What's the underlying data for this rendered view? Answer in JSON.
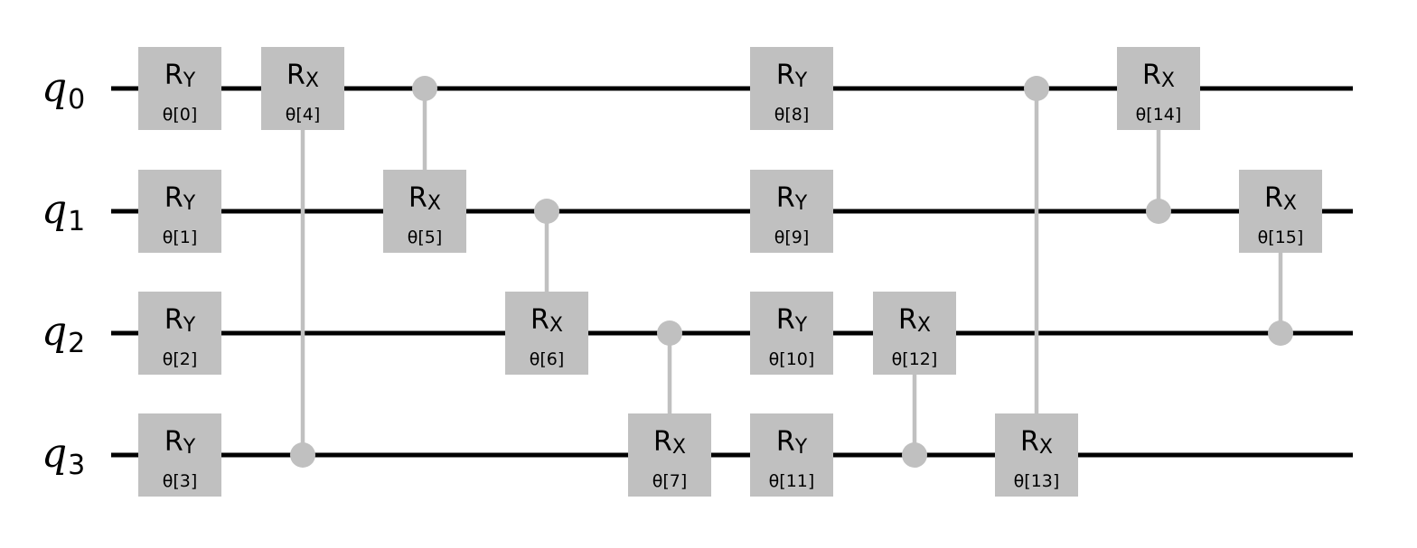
{
  "qubits": [
    {
      "name": "q",
      "index": "0"
    },
    {
      "name": "q",
      "index": "1"
    },
    {
      "name": "q",
      "index": "2"
    },
    {
      "name": "q",
      "index": "3"
    }
  ],
  "gates": [
    {
      "label": "R",
      "axis": "Y",
      "param": "θ[0]",
      "target": 0,
      "column": 0
    },
    {
      "label": "R",
      "axis": "Y",
      "param": "θ[1]",
      "target": 1,
      "column": 0
    },
    {
      "label": "R",
      "axis": "Y",
      "param": "θ[2]",
      "target": 2,
      "column": 0
    },
    {
      "label": "R",
      "axis": "Y",
      "param": "θ[3]",
      "target": 3,
      "column": 0
    },
    {
      "label": "R",
      "axis": "X",
      "param": "θ[4]",
      "target": 0,
      "control": 3,
      "column": 1
    },
    {
      "label": "R",
      "axis": "X",
      "param": "θ[5]",
      "target": 1,
      "control": 0,
      "column": 2
    },
    {
      "label": "R",
      "axis": "X",
      "param": "θ[6]",
      "target": 2,
      "control": 1,
      "column": 3
    },
    {
      "label": "R",
      "axis": "X",
      "param": "θ[7]",
      "target": 3,
      "control": 2,
      "column": 4
    },
    {
      "label": "R",
      "axis": "Y",
      "param": "θ[8]",
      "target": 0,
      "column": 5
    },
    {
      "label": "R",
      "axis": "Y",
      "param": "θ[9]",
      "target": 1,
      "column": 5
    },
    {
      "label": "R",
      "axis": "Y",
      "param": "θ[10]",
      "target": 2,
      "column": 5
    },
    {
      "label": "R",
      "axis": "Y",
      "param": "θ[11]",
      "target": 3,
      "column": 5
    },
    {
      "label": "R",
      "axis": "X",
      "param": "θ[12]",
      "target": 2,
      "control": 3,
      "column": 6
    },
    {
      "label": "R",
      "axis": "X",
      "param": "θ[13]",
      "target": 3,
      "control": 0,
      "column": 7
    },
    {
      "label": "R",
      "axis": "X",
      "param": "θ[14]",
      "target": 0,
      "control": 1,
      "column": 8
    },
    {
      "label": "R",
      "axis": "X",
      "param": "θ[15]",
      "target": 1,
      "control": 2,
      "column": 9
    }
  ],
  "colors": {
    "wire": "#000000",
    "gate": "#c0c0c0",
    "text": "#000000"
  }
}
